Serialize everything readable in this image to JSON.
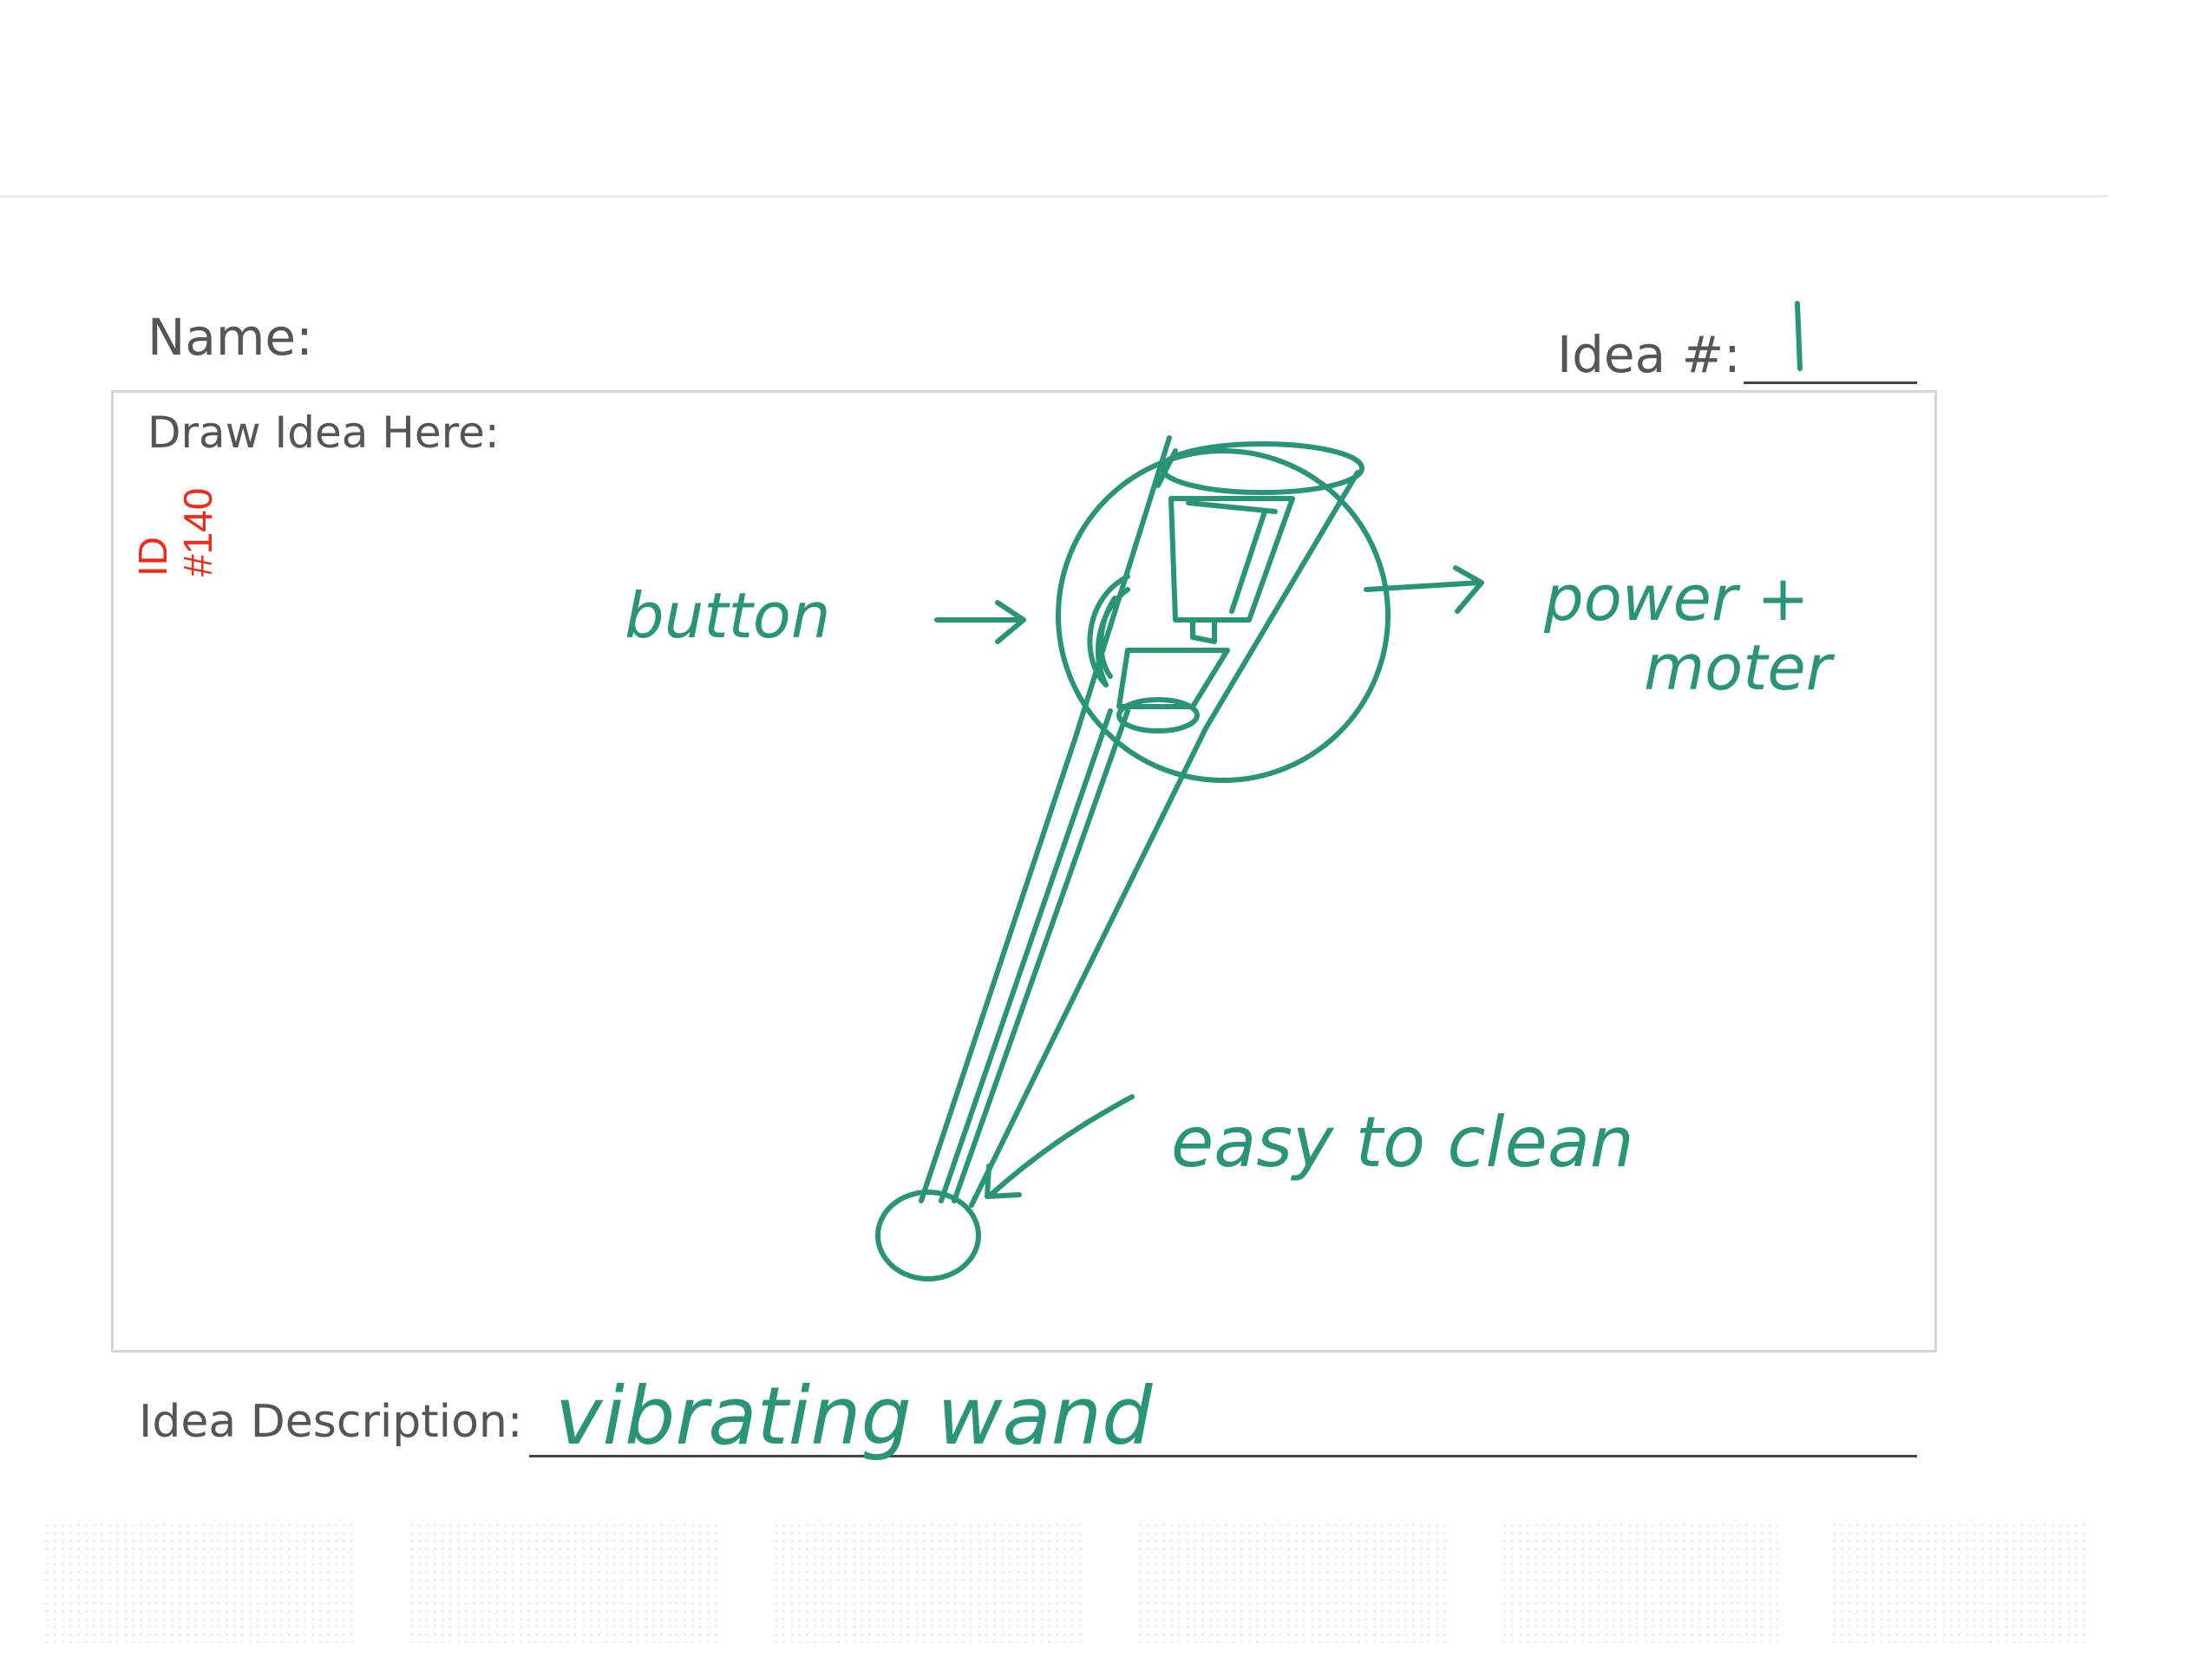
{
  "form": {
    "name_label": "Name:",
    "idea_number_label": "Idea #:",
    "draw_label": "Draw Idea Here:",
    "description_label": "Idea Description:"
  },
  "entries": {
    "idea_number": "1",
    "description": "vibrating wand"
  },
  "stamp": {
    "line1": "ID",
    "line2": "#140"
  },
  "sketch": {
    "annotations": {
      "button": "button",
      "power_motor_line1": "power +",
      "power_motor_line2": "moter",
      "easy_to_clean": "easy to clean"
    }
  },
  "colors": {
    "ink": "#2a9478",
    "stamp": "#ee2a1a",
    "printed_text": "#555555"
  }
}
